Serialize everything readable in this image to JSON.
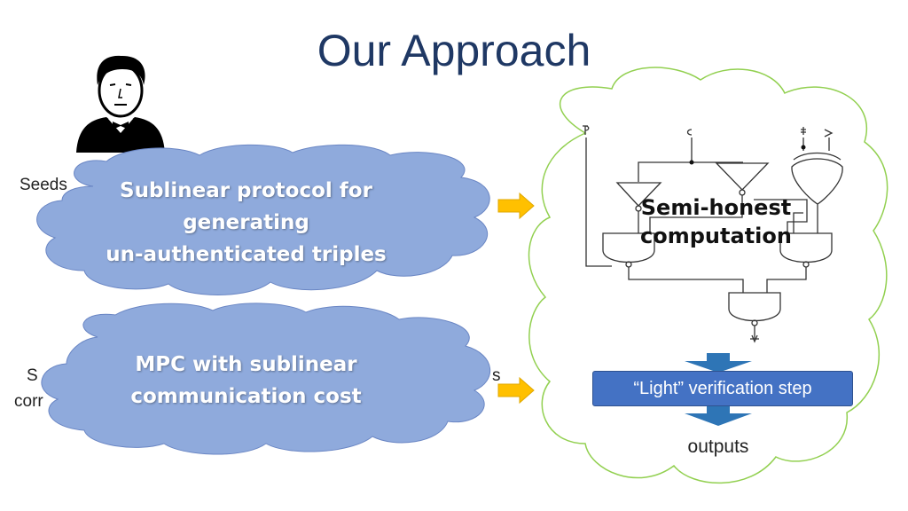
{
  "slide": {
    "title": "Our Approach"
  },
  "left": {
    "partial_text_top": "Seeds",
    "partial_text_bottom_left": "corr",
    "partial_text_bottom_left_2": "S",
    "partial_text_bottom_right": "s"
  },
  "clouds": {
    "triples": {
      "lines": [
        "Sublinear protocol for",
        "generating",
        "un-authenticated triples"
      ]
    },
    "mpc": {
      "lines": [
        "MPC with sublinear",
        "communication cost"
      ]
    }
  },
  "right": {
    "circuit_label_lines": [
      "Semi-honest",
      "computation"
    ],
    "verification_step": "“Light” verification step",
    "outputs_label": "outputs"
  },
  "colors": {
    "cloud_fill": "#8faadc",
    "cloud_stroke": "#6a86c4",
    "outline_cloud": "#92d050",
    "arrow_fill": "#ffc000",
    "down_arrow": "#2e75b6",
    "box_fill": "#4472c4"
  }
}
